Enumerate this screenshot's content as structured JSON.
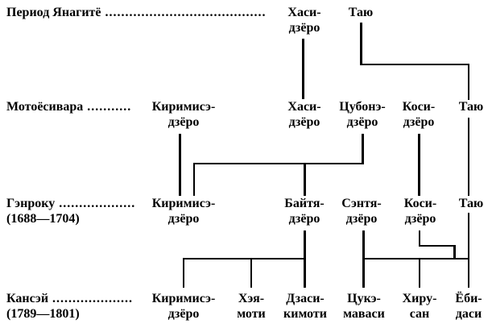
{
  "colors": {
    "background": "#ffffff",
    "text": "#000000",
    "line": "#000000"
  },
  "rows": [
    {
      "period": "Период Янагитё",
      "leader": " ........................................",
      "dates": "",
      "nodes": [
        {
          "line1": "Хаси-",
          "line2": "дзёро"
        },
        {
          "line1": "Таю",
          "line2": ""
        }
      ]
    },
    {
      "period": "Мотоёсивара",
      "leader": " ...........",
      "dates": "",
      "nodes": [
        {
          "line1": "Киримисэ-",
          "line2": "дзёро"
        },
        {
          "line1": "Хаси-",
          "line2": "дзёро"
        },
        {
          "line1": "Цубонэ-",
          "line2": "дзёро"
        },
        {
          "line1": "Коси-",
          "line2": "дзёро"
        },
        {
          "line1": "Таю",
          "line2": ""
        }
      ]
    },
    {
      "period": "Гэнроку",
      "leader": " ...................",
      "dates": "(1688—1704)",
      "nodes": [
        {
          "line1": "Киримисэ-",
          "line2": "дзёро"
        },
        {
          "line1": "Байтя-",
          "line2": "дзёро"
        },
        {
          "line1": "Сэнтя-",
          "line2": "дзёро"
        },
        {
          "line1": "Коси-",
          "line2": "дзёро"
        },
        {
          "line1": "Таю",
          "line2": ""
        }
      ]
    },
    {
      "period": "Кансэй",
      "leader": " ....................",
      "dates": "(1789—1801)",
      "nodes": [
        {
          "line1": "Киримисэ-",
          "line2": "дзёро"
        },
        {
          "line1": "Хэя-",
          "line2": "моти"
        },
        {
          "line1": "Дзаси-",
          "line2": "кимоти"
        },
        {
          "line1": "Цукэ-",
          "line2": "маваси"
        },
        {
          "line1": "Хиру-",
          "line2": "сан"
        },
        {
          "line1": "Ёби-",
          "line2": "даси"
        }
      ]
    }
  ],
  "edges": [
    {
      "from": "Хаси-дзёро (Период Янагитё)",
      "to": "Хаси-дзёро (Мотоёсивара)"
    },
    {
      "from": "Таю (Период Янагитё)",
      "to": "Таю (Мотоёсивара)"
    },
    {
      "from": "Киримисэ-дзёро (Мотоёсивара)",
      "to": "Киримисэ-дзёро (Гэнроку)"
    },
    {
      "from": "Цубонэ-дзёро (Мотоёсивара)",
      "to": "Киримисэ-дзёро (Гэнроку)"
    },
    {
      "from": "Цубонэ-дзёро (Мотоёсивара)",
      "to": "Байтя-дзёро (Гэнроку)"
    },
    {
      "from": "Коси-дзёро (Мотоёсивара)",
      "to": "Коси-дзёро (Гэнроку)"
    },
    {
      "from": "Таю (Мотоёсивара)",
      "to": "Таю (Гэнроку)"
    },
    {
      "from": "Байтя-дзёро (Гэнроку)",
      "to": "Киримисэ-дзёро (Кансэй)"
    },
    {
      "from": "Байтя-дзёро (Гэнроку)",
      "to": "Хэя-моти (Кансэй)"
    },
    {
      "from": "Байтя-дзёро (Гэнроку)",
      "to": "Дзаси-кимоти (Кансэй)"
    },
    {
      "from": "Сэнтя-дзёро / Коси-дзёро / Таю (Гэнроку)",
      "to": "Цукэ-маваси / Хиру-сан / Ёби-даси (Кансэй)"
    }
  ]
}
